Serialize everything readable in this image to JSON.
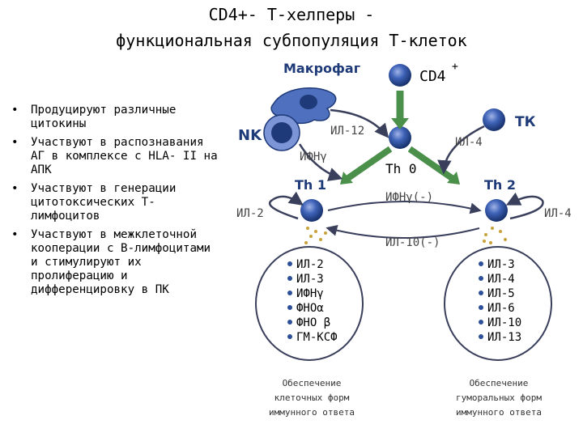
{
  "title": {
    "line1": "CD4+- Т-хелперы -",
    "line2": "функциональная субпопуляция Т-клеток"
  },
  "bullets": [
    "Продуцируют различные цитокины",
    "Участвуют в распознавания АГ в комплексе с HLA- II на АПК",
    "Участвуют в генерации цитотоксических Т-лимфоцитов",
    "Участвуют в межклеточной кооперации с В-лимфоцитами и стимулируют их пролиферацию и дифференцировку в ПК"
  ],
  "diagram": {
    "macrophage": "Макрофаг",
    "cd4": "CD4",
    "cd4_sup": "+",
    "nk": "NK",
    "tk": "ТК",
    "th0": "Th 0",
    "th1": "Th 1",
    "th2": "Th 2",
    "il12": "ИЛ-12",
    "ifn_nk": "ИФНγ",
    "il4_tk": "ИЛ-4",
    "il2_left": "ИЛ-2",
    "il4_right": "ИЛ-4",
    "ifn_inhib": "ИФНγ(-)",
    "il10_inhib": "ИЛ-10(-)",
    "th1_cytokines": [
      "ИЛ-2",
      "ИЛ-3",
      "ИФНγ",
      "ФНОα",
      "ФНО β",
      "ГМ-КСФ"
    ],
    "th2_cytokines": [
      "ИЛ-3",
      "ИЛ-4",
      "ИЛ-5",
      "ИЛ-6",
      "ИЛ-10",
      "ИЛ-13"
    ],
    "caption_left": [
      "Обеспечение",
      "клеточных форм",
      "иммунного ответа"
    ],
    "caption_right": [
      "Обеспечение",
      "гуморальных форм",
      "иммунного ответа"
    ]
  },
  "colors": {
    "cell_dark": "#1e3a78",
    "cell_mid": "#3f63b8",
    "arrow": "#3a3f5c",
    "green_arrow": "#4a8f4a",
    "dot": "#2d4f9a"
  }
}
